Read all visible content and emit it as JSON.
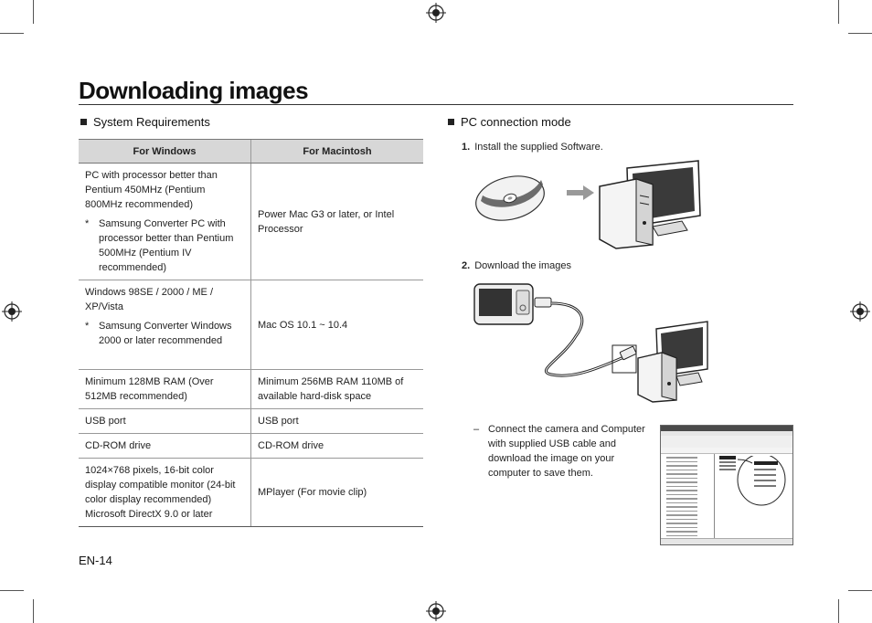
{
  "page": {
    "title": "Downloading images",
    "page_number": "EN-14"
  },
  "system_requirements": {
    "heading": "System Requirements",
    "columns": [
      "For Windows",
      "For Macintosh"
    ],
    "rows": [
      {
        "windows": "PC with processor better than Pentium 450MHz (Pentium 800MHz recommended)",
        "windows_note": "Samsung Converter PC with processor better than Pentium 500MHz (Pentium IV recommended)",
        "mac": "Power Mac G3 or later, or Intel Processor"
      },
      {
        "windows": "Windows 98SE / 2000 / ME / XP/Vista",
        "windows_note": "Samsung Converter Windows 2000 or later recommended",
        "mac": "Mac OS 10.1 ~ 10.4"
      },
      {
        "windows": "Minimum 128MB RAM (Over 512MB recommended)",
        "mac": "Minimum 256MB RAM 110MB of available hard-disk space"
      },
      {
        "windows": "USB port",
        "mac": "USB port"
      },
      {
        "windows": "CD-ROM drive",
        "mac": "CD-ROM drive"
      },
      {
        "windows": "1024×768 pixels, 16-bit color display compatible monitor (24-bit color display recommended) Microsoft DirectX 9.0 or later",
        "mac": "MPlayer (For movie clip)"
      }
    ],
    "note_marker": "*"
  },
  "pc_connection": {
    "heading": "PC connection mode",
    "steps": [
      {
        "number": "1.",
        "text": "Install the supplied Software."
      },
      {
        "number": "2.",
        "text": "Download the images"
      }
    ],
    "note_marker": "–",
    "note": "Connect the camera and Computer with supplied USB cable and download the image on your computer to save them."
  },
  "icons": [
    "registration-mark-icon",
    "cd-disc-icon",
    "arrow-right-icon",
    "computer-icon",
    "camera-icon",
    "usb-cable-icon",
    "explorer-window-icon"
  ],
  "colors": {
    "table_header": "#d7d7d7",
    "rule": "#333333"
  }
}
